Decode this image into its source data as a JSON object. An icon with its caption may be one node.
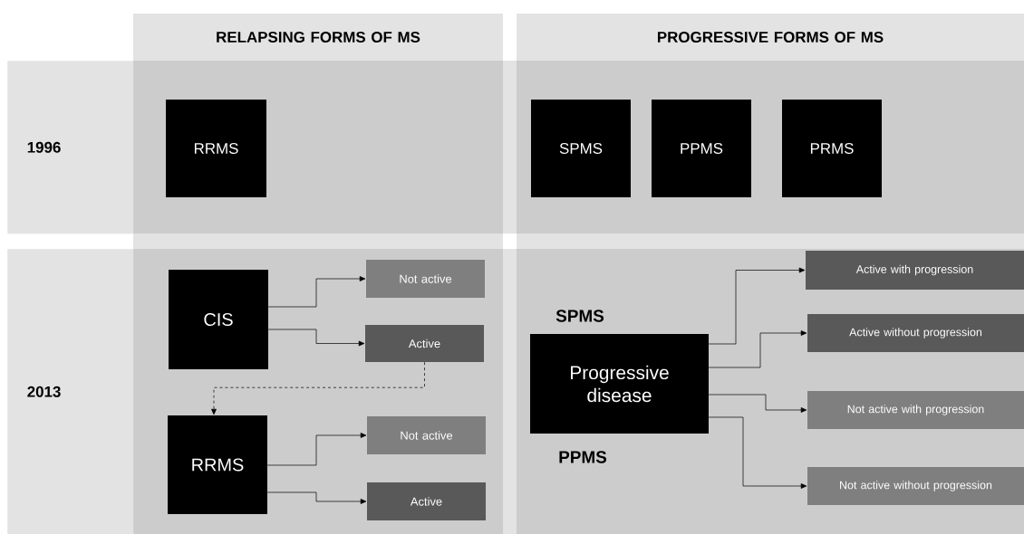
{
  "diagram": {
    "nodes": [
      {
        "text": [
          "RELAPSING FORMS OF MS"
        ]
      },
      {
        "text": [
          "PROGRESSIVE FORMS OF MS"
        ]
      },
      {
        "text": [
          "1996"
        ]
      },
      {
        "text": [
          "2013"
        ]
      },
      {
        "text": [
          "RRMS"
        ]
      },
      {
        "text": [
          "SPMS"
        ]
      },
      {
        "text": [
          "PPMS"
        ]
      },
      {
        "text": [
          "PRMS"
        ]
      },
      {
        "text": [
          "CIS"
        ]
      },
      {
        "text": [
          "Not active"
        ]
      },
      {
        "text": [
          "Active"
        ]
      },
      {
        "text": [
          "RRMS"
        ]
      },
      {
        "text": [
          "Not active"
        ]
      },
      {
        "text": [
          "Active"
        ]
      },
      {
        "text": [
          "Progressive disease"
        ]
      },
      {
        "text": [
          "Active with progression"
        ]
      },
      {
        "text": [
          "Active without progression"
        ]
      },
      {
        "text": [
          "Not active with progression"
        ]
      },
      {
        "text": [
          "Not active without progression"
        ]
      }
    ],
    "edges": [
      {
        "from": 8,
        "to": 9,
        "arrow": "to"
      },
      {
        "from": 8,
        "to": 10,
        "arrow": "to"
      },
      {
        "from": 10,
        "to": 11,
        "arrow": "to",
        "style": "dashed"
      },
      {
        "from": 11,
        "to": 12,
        "arrow": "to"
      },
      {
        "from": 11,
        "to": 13,
        "arrow": "to"
      },
      {
        "from": 14,
        "to": 15,
        "arrow": "to"
      },
      {
        "from": 14,
        "to": 16,
        "arrow": "to"
      },
      {
        "from": 14,
        "to": 17,
        "arrow": "to"
      },
      {
        "from": 14,
        "to": 18,
        "arrow": "to"
      }
    ],
    "labels": [
      "SPMS",
      "PPMS"
    ]
  }
}
